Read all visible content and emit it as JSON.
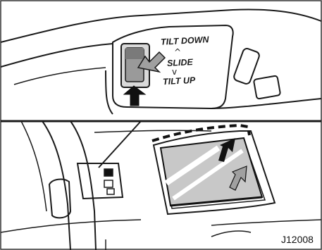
{
  "labels": {
    "tilt_down": "TILT DOWN",
    "slide": "SLIDE",
    "tilt_up": "TILT UP",
    "up_mark": "^",
    "down_mark": "v"
  },
  "figure_code": "J12008",
  "icons": [
    "push-arrow-icon",
    "slide-arrow-icon",
    "tilt-arrow-icon"
  ],
  "colors": {
    "line": "#1a1a1a",
    "shade": "#9a9a9a",
    "light_shade": "#c8c8c8"
  }
}
